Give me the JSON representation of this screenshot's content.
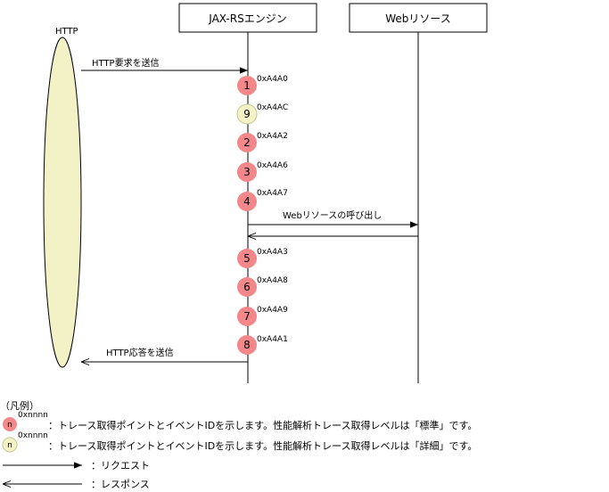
{
  "colors": {
    "standard_fill": "#f4878a",
    "detail_fill": "#f4f3c8",
    "detail_stroke": "#c9c793",
    "actor_fill": "#f3f2c7",
    "line": "#000000"
  },
  "diagram": {
    "actor_label": "HTTP",
    "lifelines": [
      "JAX-RSエンジン",
      "Webリソース"
    ],
    "messages": {
      "http_request": "HTTP要求を送信",
      "http_response": "HTTP応答を送信",
      "web_call": "Webリソースの呼び出し"
    },
    "points": [
      {
        "num": "1",
        "code": "0xA4A0",
        "level": "standard"
      },
      {
        "num": "9",
        "code": "0xA4AC",
        "level": "detail"
      },
      {
        "num": "2",
        "code": "0xA4A2",
        "level": "standard"
      },
      {
        "num": "3",
        "code": "0xA4A6",
        "level": "standard"
      },
      {
        "num": "4",
        "code": "0xA4A7",
        "level": "standard"
      },
      {
        "num": "5",
        "code": "0xA4A3",
        "level": "standard"
      },
      {
        "num": "6",
        "code": "0xA4A8",
        "level": "standard"
      },
      {
        "num": "7",
        "code": "0xA4A9",
        "level": "standard"
      },
      {
        "num": "8",
        "code": "0xA4A1",
        "level": "standard"
      }
    ]
  },
  "legend": {
    "title": "（凡例）",
    "marker_symbol": "n",
    "marker_code": "0xnnnn",
    "standard_text": "：トレース取得ポイントとイベントIDを示します。性能解析トレース取得レベルは「標準」です。",
    "detail_text": "：トレース取得ポイントとイベントIDを示します。性能解析トレース取得レベルは「詳細」です。",
    "request_text": "：リクエスト",
    "response_text": "：レスポンス"
  }
}
